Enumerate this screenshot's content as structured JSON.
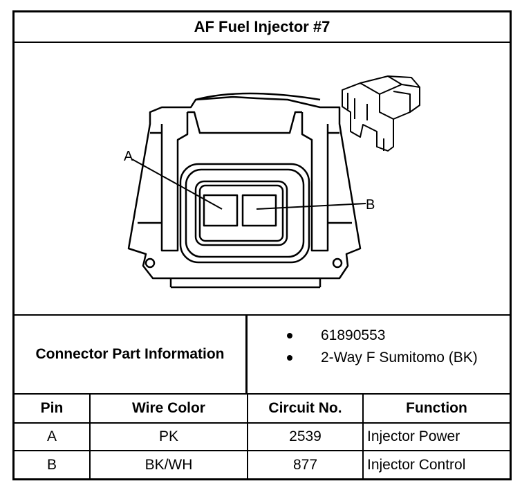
{
  "title": "AF Fuel Injector #7",
  "diagram": {
    "pin_labels": [
      "A",
      "B"
    ]
  },
  "connector_info": {
    "label": "Connector Part Information",
    "items": [
      "61890553",
      "2-Way F Sumitomo (BK)"
    ]
  },
  "pin_table": {
    "headers": [
      "Pin",
      "Wire Color",
      "Circuit No.",
      "Function"
    ],
    "rows": [
      [
        "A",
        "PK",
        "2539",
        "Injector Power"
      ],
      [
        "B",
        "BK/WH",
        "877",
        "Injector Control"
      ]
    ]
  }
}
